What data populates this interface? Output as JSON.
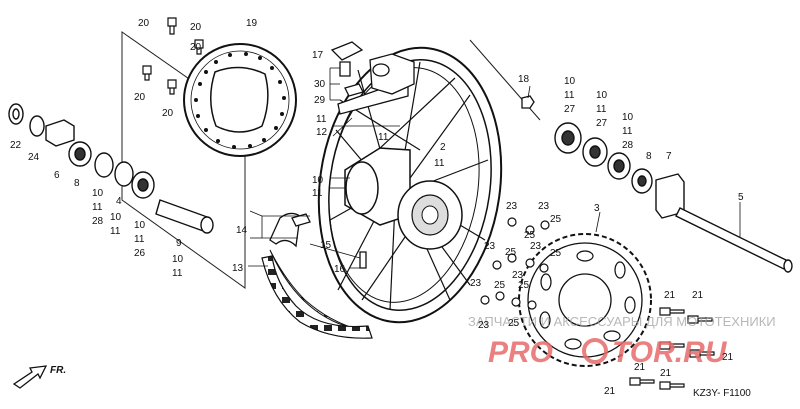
{
  "diagram": {
    "code": "KZ3Y- F1100",
    "front_arrow": "FR.",
    "watermark_top": "ЗАПЧАСТИ И АКСЕССУАРЫ ДЛЯ МОТОТЕХНИКИ",
    "watermark_brand_left": "PRO",
    "watermark_brand_right": "TOR.RU"
  },
  "labels": [
    {
      "id": "l20a",
      "text": "20"
    },
    {
      "id": "l20b",
      "text": "20"
    },
    {
      "id": "l19",
      "text": "19"
    },
    {
      "id": "l20c",
      "text": "20"
    },
    {
      "id": "l20d",
      "text": "20"
    },
    {
      "id": "l20e",
      "text": "20"
    },
    {
      "id": "l17",
      "text": "17"
    },
    {
      "id": "l30",
      "text": "30"
    },
    {
      "id": "l29",
      "text": "29"
    },
    {
      "id": "l11a",
      "text": "11"
    },
    {
      "id": "l12",
      "text": "12"
    },
    {
      "id": "l11b",
      "text": "11"
    },
    {
      "id": "l18",
      "text": "18"
    },
    {
      "id": "l2",
      "text": "2"
    },
    {
      "id": "l11c",
      "text": "11"
    },
    {
      "id": "l10a",
      "text": "10"
    },
    {
      "id": "l11d",
      "text": "11"
    },
    {
      "id": "l22",
      "text": "22"
    },
    {
      "id": "l24",
      "text": "24"
    },
    {
      "id": "l6",
      "text": "6"
    },
    {
      "id": "l8a",
      "text": "8"
    },
    {
      "id": "l10b",
      "text": "10"
    },
    {
      "id": "l11e",
      "text": "11"
    },
    {
      "id": "l28a",
      "text": "28"
    },
    {
      "id": "l4",
      "text": "4"
    },
    {
      "id": "l10c",
      "text": "10"
    },
    {
      "id": "l11f",
      "text": "11"
    },
    {
      "id": "l10d",
      "text": "10"
    },
    {
      "id": "l11g",
      "text": "11"
    },
    {
      "id": "l26",
      "text": "26"
    },
    {
      "id": "l9",
      "text": "9"
    },
    {
      "id": "l10e",
      "text": "10"
    },
    {
      "id": "l11h",
      "text": "11"
    },
    {
      "id": "l14",
      "text": "14"
    },
    {
      "id": "l15",
      "text": "15"
    },
    {
      "id": "l13",
      "text": "13"
    },
    {
      "id": "l16",
      "text": "16"
    },
    {
      "id": "l10f",
      "text": "10"
    },
    {
      "id": "l11i",
      "text": "11"
    },
    {
      "id": "l27a",
      "text": "27"
    },
    {
      "id": "l10g",
      "text": "10"
    },
    {
      "id": "l11j",
      "text": "11"
    },
    {
      "id": "l27b",
      "text": "27"
    },
    {
      "id": "l10h",
      "text": "10"
    },
    {
      "id": "l11k",
      "text": "11"
    },
    {
      "id": "l28b",
      "text": "28"
    },
    {
      "id": "l8b",
      "text": "8"
    },
    {
      "id": "l7",
      "text": "7"
    },
    {
      "id": "l5",
      "text": "5"
    },
    {
      "id": "l3",
      "text": "3"
    },
    {
      "id": "l23a",
      "text": "23"
    },
    {
      "id": "l23b",
      "text": "23"
    },
    {
      "id": "l25a",
      "text": "25"
    },
    {
      "id": "l25b",
      "text": "25"
    },
    {
      "id": "l23c",
      "text": "23"
    },
    {
      "id": "l23d",
      "text": "23"
    },
    {
      "id": "l25c",
      "text": "25"
    },
    {
      "id": "l23e",
      "text": "23"
    },
    {
      "id": "l25d",
      "text": "25"
    },
    {
      "id": "l25e",
      "text": "25"
    },
    {
      "id": "l25f",
      "text": "25"
    },
    {
      "id": "l25g",
      "text": "25"
    },
    {
      "id": "l23f",
      "text": "23"
    },
    {
      "id": "l23g",
      "text": "23"
    },
    {
      "id": "l21a",
      "text": "21"
    },
    {
      "id": "l21b",
      "text": "21"
    },
    {
      "id": "l21c",
      "text": "21"
    },
    {
      "id": "l21d",
      "text": "21"
    },
    {
      "id": "l21e",
      "text": "21"
    },
    {
      "id": "l21f",
      "text": "21"
    }
  ]
}
